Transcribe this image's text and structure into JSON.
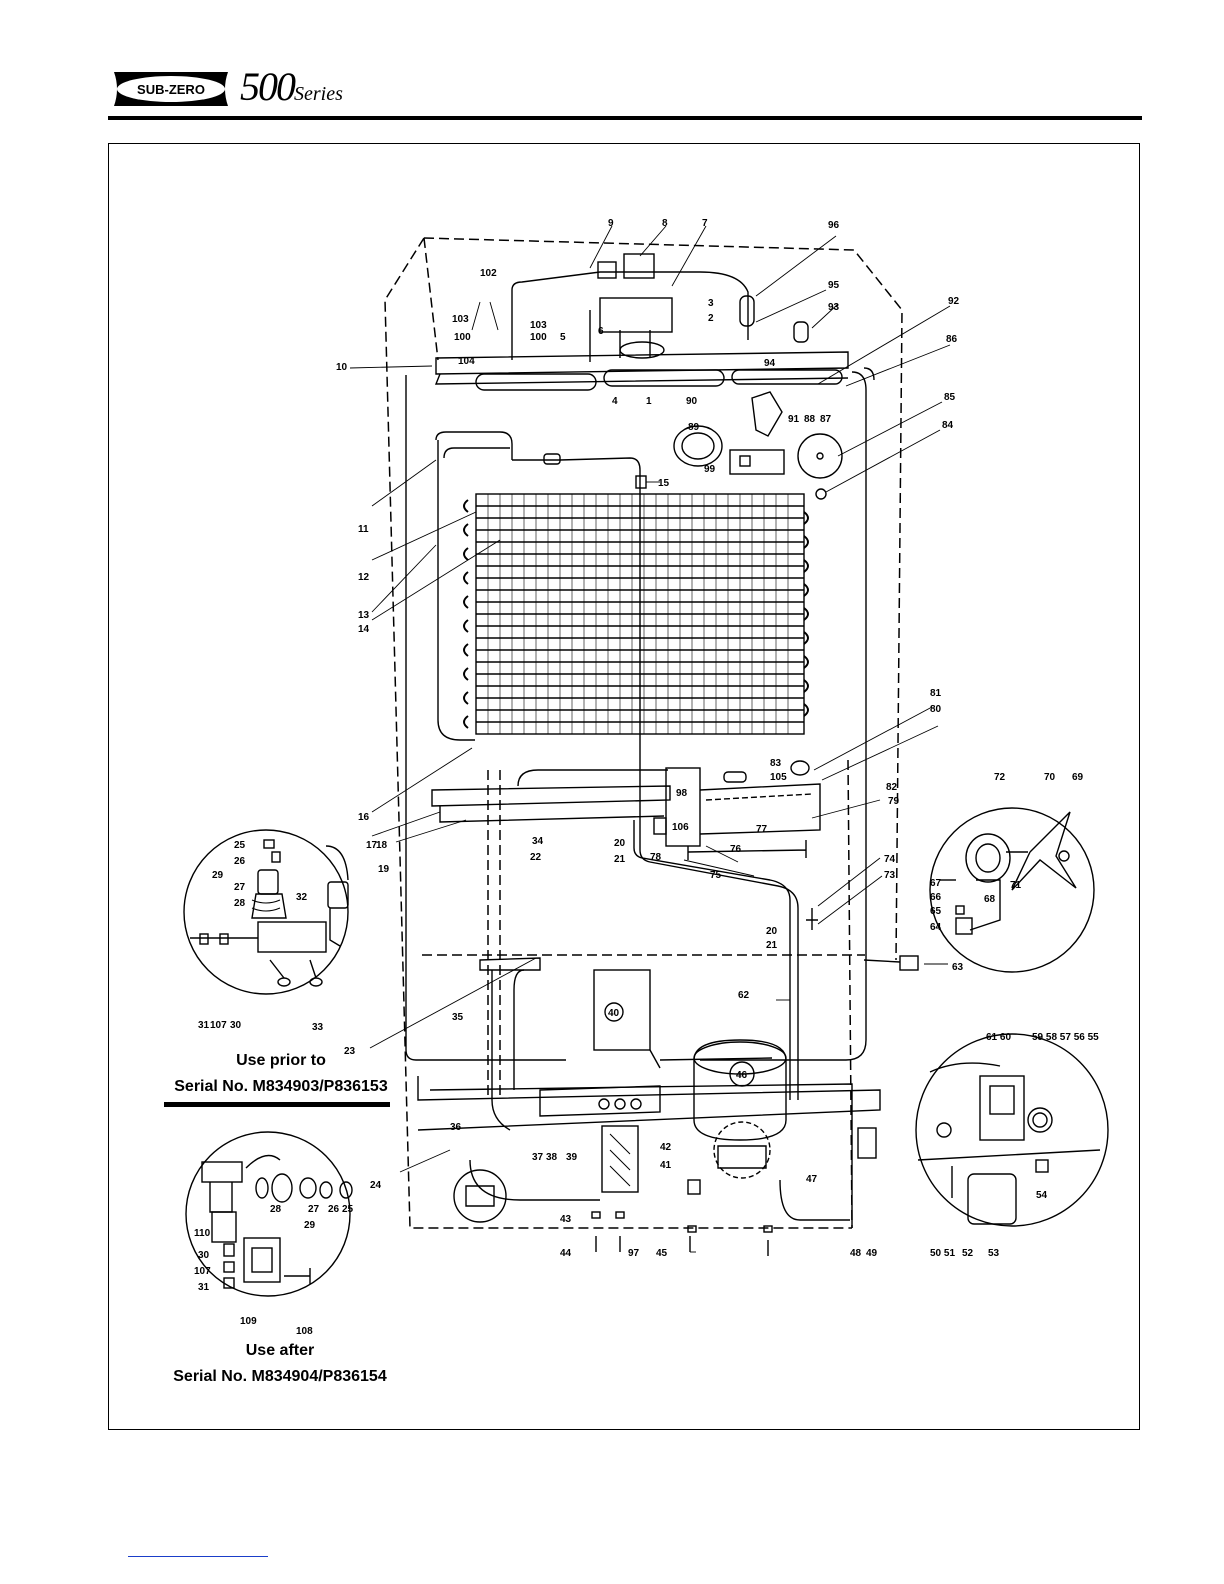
{
  "header": {
    "logo_text": "SUB-ZERO",
    "series_main": "500",
    "series_script": "Series"
  },
  "captions": {
    "prior_line1": "Use prior to",
    "prior_line2": "Serial No. M834903/P836153",
    "after_line1": "Use after",
    "after_line2": "Serial No. M834904/P836154"
  },
  "callouts": [
    {
      "id": "c1",
      "text": "1"
    },
    {
      "id": "c2",
      "text": "2"
    },
    {
      "id": "c3",
      "text": "3"
    },
    {
      "id": "c4",
      "text": "4"
    },
    {
      "id": "c5",
      "text": "5"
    },
    {
      "id": "c6",
      "text": "6"
    },
    {
      "id": "c7",
      "text": "7"
    },
    {
      "id": "c8",
      "text": "8"
    },
    {
      "id": "c9",
      "text": "9"
    },
    {
      "id": "c10",
      "text": "10"
    },
    {
      "id": "c11",
      "text": "11"
    },
    {
      "id": "c12",
      "text": "12"
    },
    {
      "id": "c13",
      "text": "13"
    },
    {
      "id": "c14",
      "text": "14"
    },
    {
      "id": "c15",
      "text": "15"
    },
    {
      "id": "c16",
      "text": "16"
    },
    {
      "id": "c17",
      "text": "17"
    },
    {
      "id": "c18",
      "text": "18"
    },
    {
      "id": "c19",
      "text": "19"
    },
    {
      "id": "c20a",
      "text": "20"
    },
    {
      "id": "c21a",
      "text": "21"
    },
    {
      "id": "c20b",
      "text": "20"
    },
    {
      "id": "c21b",
      "text": "21"
    },
    {
      "id": "c22",
      "text": "22"
    },
    {
      "id": "c23",
      "text": "23"
    },
    {
      "id": "c24",
      "text": "24"
    },
    {
      "id": "c25a",
      "text": "25"
    },
    {
      "id": "c26a",
      "text": "26"
    },
    {
      "id": "c27a",
      "text": "27"
    },
    {
      "id": "c28a",
      "text": "28"
    },
    {
      "id": "c29a",
      "text": "29"
    },
    {
      "id": "c30a",
      "text": "30"
    },
    {
      "id": "c31a",
      "text": "31"
    },
    {
      "id": "c32",
      "text": "32"
    },
    {
      "id": "c33",
      "text": "33"
    },
    {
      "id": "c34",
      "text": "34"
    },
    {
      "id": "c35",
      "text": "35"
    },
    {
      "id": "c36",
      "text": "36"
    },
    {
      "id": "c37",
      "text": "37"
    },
    {
      "id": "c38",
      "text": "38"
    },
    {
      "id": "c39",
      "text": "39"
    },
    {
      "id": "c40",
      "text": "40"
    },
    {
      "id": "c41",
      "text": "41"
    },
    {
      "id": "c42",
      "text": "42"
    },
    {
      "id": "c43",
      "text": "43"
    },
    {
      "id": "c44",
      "text": "44"
    },
    {
      "id": "c45",
      "text": "45"
    },
    {
      "id": "c46",
      "text": "46"
    },
    {
      "id": "c47",
      "text": "47"
    },
    {
      "id": "c48",
      "text": "48"
    },
    {
      "id": "c49",
      "text": "49"
    },
    {
      "id": "c50",
      "text": "50 51"
    },
    {
      "id": "c52",
      "text": "52"
    },
    {
      "id": "c53",
      "text": "53"
    },
    {
      "id": "c54",
      "text": "54"
    },
    {
      "id": "c55",
      "text": "59 58 57 56 55"
    },
    {
      "id": "c60",
      "text": "61  60"
    },
    {
      "id": "c62",
      "text": "62"
    },
    {
      "id": "c63",
      "text": "63"
    },
    {
      "id": "c64",
      "text": "64"
    },
    {
      "id": "c65",
      "text": "65"
    },
    {
      "id": "c66",
      "text": "66"
    },
    {
      "id": "c67",
      "text": "67"
    },
    {
      "id": "c68",
      "text": "68"
    },
    {
      "id": "c69",
      "text": "69"
    },
    {
      "id": "c70",
      "text": "70"
    },
    {
      "id": "c71",
      "text": "71"
    },
    {
      "id": "c72",
      "text": "72"
    },
    {
      "id": "c73",
      "text": "73"
    },
    {
      "id": "c74",
      "text": "74"
    },
    {
      "id": "c75",
      "text": "75"
    },
    {
      "id": "c76",
      "text": "76"
    },
    {
      "id": "c77",
      "text": "77"
    },
    {
      "id": "c78",
      "text": "78"
    },
    {
      "id": "c79",
      "text": "79"
    },
    {
      "id": "c80",
      "text": "80"
    },
    {
      "id": "c81",
      "text": "81"
    },
    {
      "id": "c82",
      "text": "82"
    },
    {
      "id": "c83",
      "text": "83"
    },
    {
      "id": "c84",
      "text": "84"
    },
    {
      "id": "c85",
      "text": "85"
    },
    {
      "id": "c86",
      "text": "86"
    },
    {
      "id": "c87",
      "text": "87"
    },
    {
      "id": "c88",
      "text": "88"
    },
    {
      "id": "c89",
      "text": "89"
    },
    {
      "id": "c90",
      "text": "90"
    },
    {
      "id": "c91",
      "text": "91"
    },
    {
      "id": "c92",
      "text": "92"
    },
    {
      "id": "c93",
      "text": "93"
    },
    {
      "id": "c94",
      "text": "94"
    },
    {
      "id": "c95",
      "text": "95"
    },
    {
      "id": "c96",
      "text": "96"
    },
    {
      "id": "c97",
      "text": "97"
    },
    {
      "id": "c98",
      "text": "98"
    },
    {
      "id": "c99",
      "text": "99"
    },
    {
      "id": "c100a",
      "text": "100"
    },
    {
      "id": "c100b",
      "text": "100"
    },
    {
      "id": "c102",
      "text": "102"
    },
    {
      "id": "c103a",
      "text": "103"
    },
    {
      "id": "c103b",
      "text": "103"
    },
    {
      "id": "c104",
      "text": "104"
    },
    {
      "id": "c105",
      "text": "105"
    },
    {
      "id": "c106",
      "text": "106"
    },
    {
      "id": "c107a",
      "text": "107"
    },
    {
      "id": "c108",
      "text": "108"
    },
    {
      "id": "c109",
      "text": "109"
    },
    {
      "id": "c110",
      "text": "110"
    },
    {
      "id": "c30b",
      "text": "30"
    },
    {
      "id": "c107b",
      "text": "107"
    },
    {
      "id": "c31b",
      "text": "31"
    },
    {
      "id": "c28b",
      "text": "28"
    },
    {
      "id": "c27b",
      "text": "27"
    },
    {
      "id": "c26b",
      "text": "26"
    },
    {
      "id": "c25b",
      "text": "25"
    },
    {
      "id": "c29b",
      "text": "29"
    }
  ]
}
